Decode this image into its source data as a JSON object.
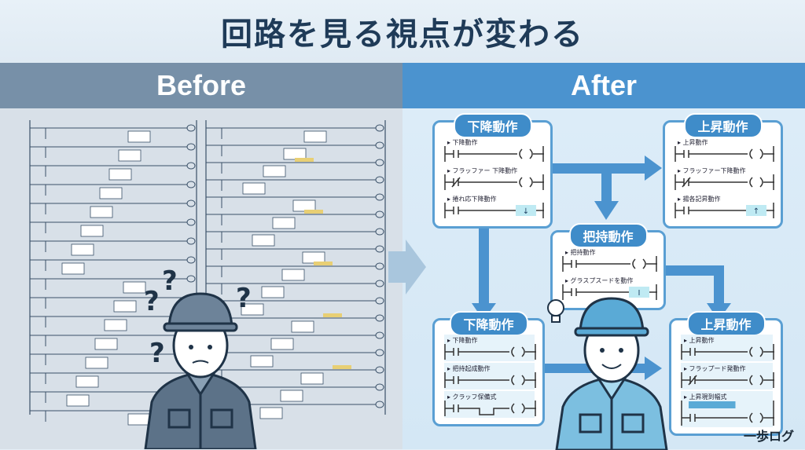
{
  "title": "回路を見る視点が変わる",
  "before": {
    "label": "Before",
    "question_marks": [
      "?",
      "?",
      "?",
      "?"
    ]
  },
  "after": {
    "label": "After",
    "boxes": [
      {
        "title": "下降動作",
        "rungs": [
          {
            "label": "▸ 下降動作",
            "contact": "no",
            "output": "coil"
          },
          {
            "label": "▸ フラッファー 下降動作",
            "contact": "nc",
            "output": "coil"
          },
          {
            "label": "▸ 捲れ応下降動作",
            "contact": "no",
            "output": "indicator",
            "indicator": "↓"
          }
        ]
      },
      {
        "title": "上昇動作",
        "rungs": [
          {
            "label": "▸ 上昇動作",
            "contact": "no",
            "output": "coil"
          },
          {
            "label": "▸ フラッファー下降動作",
            "contact": "nc",
            "output": "coil"
          },
          {
            "label": "▸ 揚各記昇動作",
            "contact": "no",
            "output": "indicator",
            "indicator": "↑"
          }
        ]
      },
      {
        "title": "把持動作",
        "rungs": [
          {
            "label": "▸ 把持動作",
            "contact": "no",
            "output": "coil"
          },
          {
            "label": "▸ グラスプスードを動作",
            "contact": "no",
            "output": "indicator",
            "indicator": "I"
          }
        ]
      },
      {
        "title": "下降動作",
        "rungs": [
          {
            "label": "▸ 下降動作",
            "contact": "no",
            "output": "coil"
          },
          {
            "label": "▸ 把持起成動作",
            "contact": "no",
            "output": "coil"
          },
          {
            "label": "▸ クラッフ保備式",
            "contact": "no",
            "output": "coil",
            "dip": true
          }
        ]
      },
      {
        "title": "上昇動作",
        "rungs": [
          {
            "label": "▸ 上昇動作",
            "contact": "no",
            "output": "coil"
          },
          {
            "label": "▸ フラップード発動作",
            "contact": "nc",
            "output": "coil"
          },
          {
            "label": "▸ 上昇現到幅式",
            "contact": "no",
            "output": "coil",
            "badge": true
          }
        ]
      }
    ]
  },
  "logo": "一歩ログ",
  "colors": {
    "accent": "#4b93cf",
    "before_header": "#7790a8",
    "title_text": "#1f3b58",
    "ladder": "#3a5068"
  }
}
